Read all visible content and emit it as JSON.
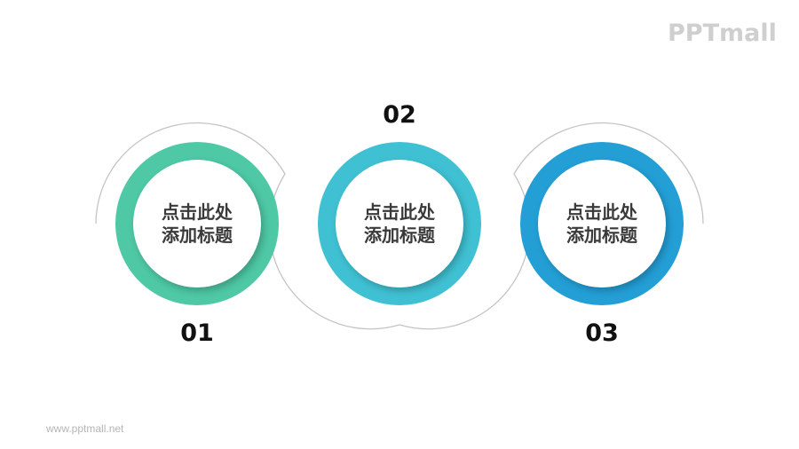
{
  "logo": {
    "text": "PPTmall"
  },
  "footer": {
    "url": "www.pptmall.net"
  },
  "steps": [
    {
      "number": "01",
      "line1": "点击此处",
      "line2": "添加标题",
      "color": "#4ec8a5"
    },
    {
      "number": "02",
      "line1": "点击此处",
      "line2": "添加标题",
      "color": "#3fc1d3"
    },
    {
      "number": "03",
      "line1": "点击此处",
      "line2": "添加标题",
      "color": "#239fd6"
    }
  ],
  "connector_color": "#c4c4c4"
}
